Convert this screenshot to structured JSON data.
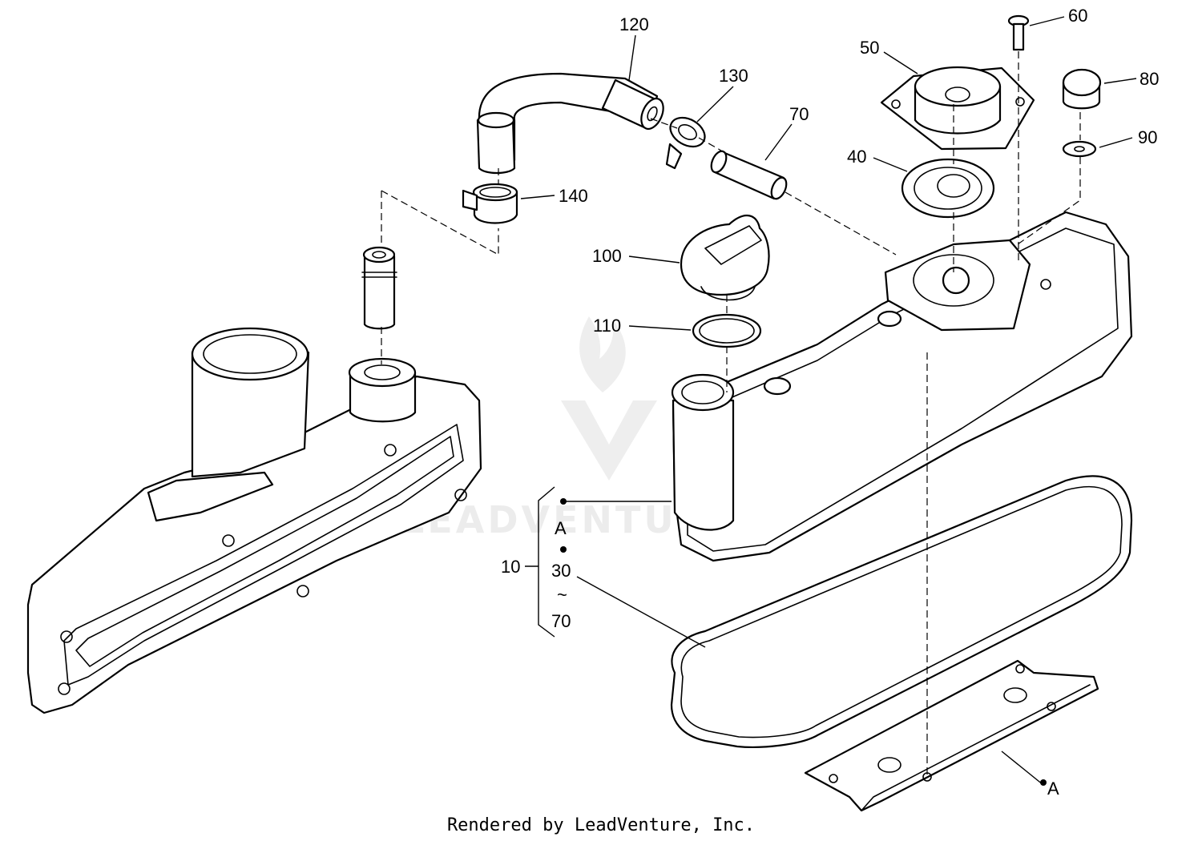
{
  "diagram": {
    "callouts": {
      "c120": "120",
      "c130": "130",
      "c70": "70",
      "c50": "50",
      "c60": "60",
      "c80": "80",
      "c90": "90",
      "c40": "40",
      "c140": "140",
      "c100": "100",
      "c110": "110",
      "c10": "10"
    },
    "kit_bracket": {
      "marker_a": "A",
      "range_start": "30",
      "range_symbol": "~",
      "range_end": "70"
    },
    "gasket_marker": "A",
    "watermark_text": "LEADVENTURE",
    "footer": "Rendered by LeadVenture, Inc."
  }
}
